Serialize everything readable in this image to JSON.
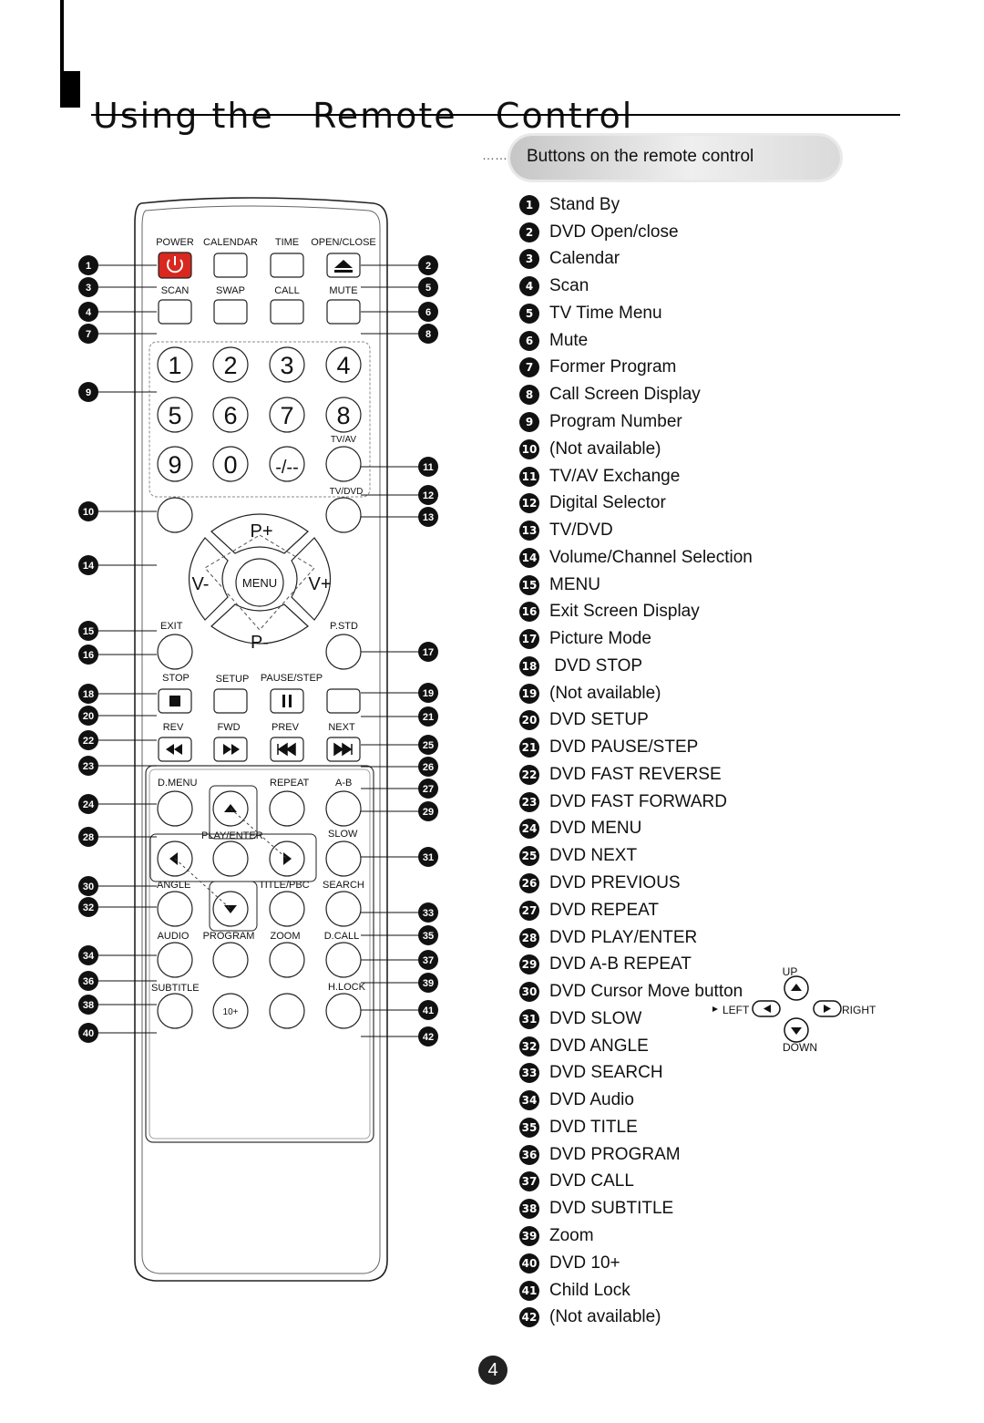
{
  "title": "Using the   Remote   Control",
  "section_label": "Buttons on the remote control",
  "page_number": "4",
  "legend": [
    {
      "n": "1",
      "label": "Stand By"
    },
    {
      "n": "2",
      "label": "DVD Open/close"
    },
    {
      "n": "3",
      "label": "Calendar"
    },
    {
      "n": "4",
      "label": "Scan"
    },
    {
      "n": "5",
      "label": "TV Time Menu"
    },
    {
      "n": "6",
      "label": "Mute"
    },
    {
      "n": "7",
      "label": "Former Program"
    },
    {
      "n": "8",
      "label": "Call Screen Display"
    },
    {
      "n": "9",
      "label": "Program Number"
    },
    {
      "n": "10",
      "label": "(Not available)"
    },
    {
      "n": "11",
      "label": "TV/AV Exchange"
    },
    {
      "n": "12",
      "label": "Digital Selector"
    },
    {
      "n": "13",
      "label": "TV/DVD"
    },
    {
      "n": "14",
      "label": "Volume/Channel Selection"
    },
    {
      "n": "15",
      "label": "MENU"
    },
    {
      "n": "16",
      "label": "Exit Screen Display"
    },
    {
      "n": "17",
      "label": "Picture Mode"
    },
    {
      "n": "18",
      "label": " DVD STOP"
    },
    {
      "n": "19",
      "label": "(Not available)"
    },
    {
      "n": "20",
      "label": "DVD SETUP"
    },
    {
      "n": "21",
      "label": "DVD PAUSE/STEP"
    },
    {
      "n": "22",
      "label": "DVD FAST REVERSE"
    },
    {
      "n": "23",
      "label": "DVD FAST FORWARD"
    },
    {
      "n": "24",
      "label": "DVD MENU"
    },
    {
      "n": "25",
      "label": "DVD NEXT"
    },
    {
      "n": "26",
      "label": "DVD PREVIOUS"
    },
    {
      "n": "27",
      "label": "DVD REPEAT"
    },
    {
      "n": "28",
      "label": "DVD PLAY/ENTER"
    },
    {
      "n": "29",
      "label": "DVD A-B REPEAT"
    },
    {
      "n": "30",
      "label": "DVD Cursor Move button"
    },
    {
      "n": "31",
      "label": "DVD SLOW"
    },
    {
      "n": "32",
      "label": "DVD ANGLE"
    },
    {
      "n": "33",
      "label": "DVD SEARCH"
    },
    {
      "n": "34",
      "label": "DVD Audio"
    },
    {
      "n": "35",
      "label": "DVD TITLE"
    },
    {
      "n": "36",
      "label": "DVD PROGRAM"
    },
    {
      "n": "37",
      "label": "DVD CALL"
    },
    {
      "n": "38",
      "label": "DVD SUBTITLE"
    },
    {
      "n": "39",
      "label": "Zoom"
    },
    {
      "n": "40",
      "label": "DVD 10+"
    },
    {
      "n": "41",
      "label": "Child Lock"
    },
    {
      "n": "42",
      "label": "(Not available)"
    }
  ],
  "cursor_labels": {
    "up": "UP",
    "down": "DOWN",
    "left": "LEFT",
    "right": "RIGHT"
  },
  "remote": {
    "row1_labels": [
      "POWER",
      "CALENDAR",
      "TIME",
      "OPEN/CLOSE"
    ],
    "row2_labels": [
      "SCAN",
      "SWAP",
      "CALL",
      "MUTE"
    ],
    "digits": [
      "1",
      "2",
      "3",
      "4",
      "5",
      "6",
      "7",
      "8",
      "9",
      "0",
      "-/--"
    ],
    "tvav": "TV/AV",
    "tvdvd": "TV/DVD",
    "p_plus": "P+",
    "p_minus": "P-",
    "v_minus": "V-",
    "v_plus": "V+",
    "menu": "MENU",
    "exit": "EXIT",
    "pstd": "P.STD",
    "row_stop_labels": [
      "STOP",
      "SETUP",
      "PAUSE/STEP"
    ],
    "row_rev_labels": [
      "REV",
      "FWD",
      "PREV",
      "NEXT"
    ],
    "dmenu": "D.MENU",
    "repeat": "REPEAT",
    "ab": "A-B",
    "play_enter": "PLAY/ENTER",
    "slow": "SLOW",
    "angle": "ANGLE",
    "title_pbc": "TITLE/PBC",
    "search": "SEARCH",
    "row_audio_labels": [
      "AUDIO",
      "PROGRAM",
      "ZOOM",
      "D.CALL"
    ],
    "subtitle": "SUBTITLE",
    "hlock": "H.LOCK",
    "ten_plus": "10+",
    "callouts_left": [
      "1",
      "3",
      "4",
      "7",
      "9",
      "10",
      "14",
      "15",
      "16",
      "18",
      "20",
      "22",
      "23",
      "24",
      "28",
      "30",
      "32",
      "34",
      "36",
      "38",
      "40"
    ],
    "callouts_right": [
      "2",
      "5",
      "6",
      "8",
      "11",
      "12",
      "13",
      "17",
      "19",
      "21",
      "25",
      "26",
      "27",
      "29",
      "31",
      "33",
      "35",
      "37",
      "39",
      "41",
      "42"
    ]
  },
  "colors": {
    "power_button": "#d8281f",
    "ink": "#111111"
  }
}
